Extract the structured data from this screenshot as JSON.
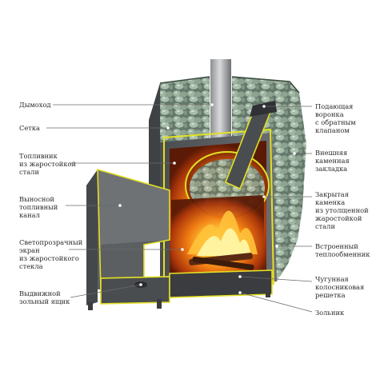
{
  "labels": {
    "dymokhod": "Дымоход",
    "setka": "Сетка",
    "toplivnik": "Топливник\nиз жаростойкой\nстали",
    "vynosnoy": "Выносной\nтопливный\nканал",
    "ekran": "Светопрозрачный\nэкран\nиз жаростойкого\nстекла",
    "zolnik_box": "Выдвижной\nзольный ящик",
    "voronka": "Подающая\nворонка\nс обратным\nклапаном",
    "vneshnyaya": "Внешняя\nкаменная\nзакладка",
    "kamenka": "Закрытая\nкаменка\nиз утолщенной\nжаростойкой\nстали",
    "teploobmennik": "Встроенный\nтеплообменник",
    "reshetka": "Чугунная\nколосниковая\nрешетка",
    "zolnik": "Зольник"
  },
  "colors": {
    "metal": "#5a5d60",
    "metal_dark": "#3b3d40",
    "metal_light": "#8a8d90",
    "outline": "#e3e025",
    "stone": "#8fa692",
    "stone_dark": "#58695b",
    "fire_core": "#fff3a0",
    "fire_mid": "#ff9a1f",
    "fire_outer": "#c2410c",
    "leader": "#6a6a6a"
  }
}
